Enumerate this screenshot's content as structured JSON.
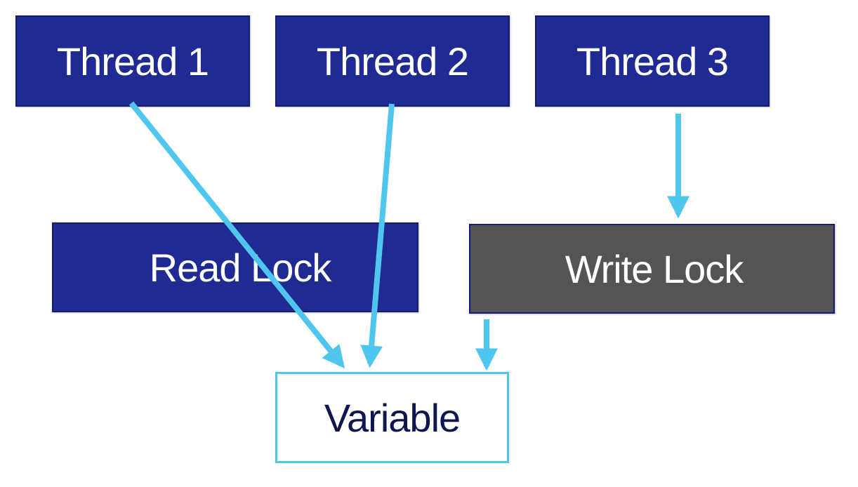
{
  "nodes": {
    "thread1": "Thread 1",
    "thread2": "Thread 2",
    "thread3": "Thread 3",
    "read_lock": "Read Lock",
    "write_lock": "Write Lock",
    "variable": "Variable"
  },
  "colors": {
    "thread_fill": "#1f2b93",
    "read_lock_fill": "#1f2b93",
    "write_lock_fill": "#545454",
    "arrow": "#4fc6ee",
    "variable_border": "#4fc6ee",
    "variable_text": "#0e1650"
  }
}
